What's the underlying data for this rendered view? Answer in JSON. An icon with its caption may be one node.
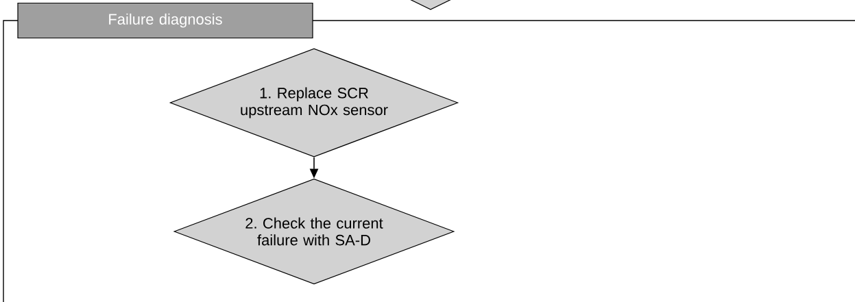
{
  "diagram": {
    "nodes": [
      {
        "text": [],
        "shape": "diamond"
      },
      {
        "text": [
          "Failure diagnosis"
        ]
      },
      {
        "text": [
          "1. Replace SCR upstream NOx sensor"
        ]
      },
      {
        "text": [
          "2. Check the current failure with SA-D"
        ]
      }
    ],
    "edges": [
      {
        "from": 2,
        "to": 3,
        "arrow": "to"
      }
    ]
  }
}
